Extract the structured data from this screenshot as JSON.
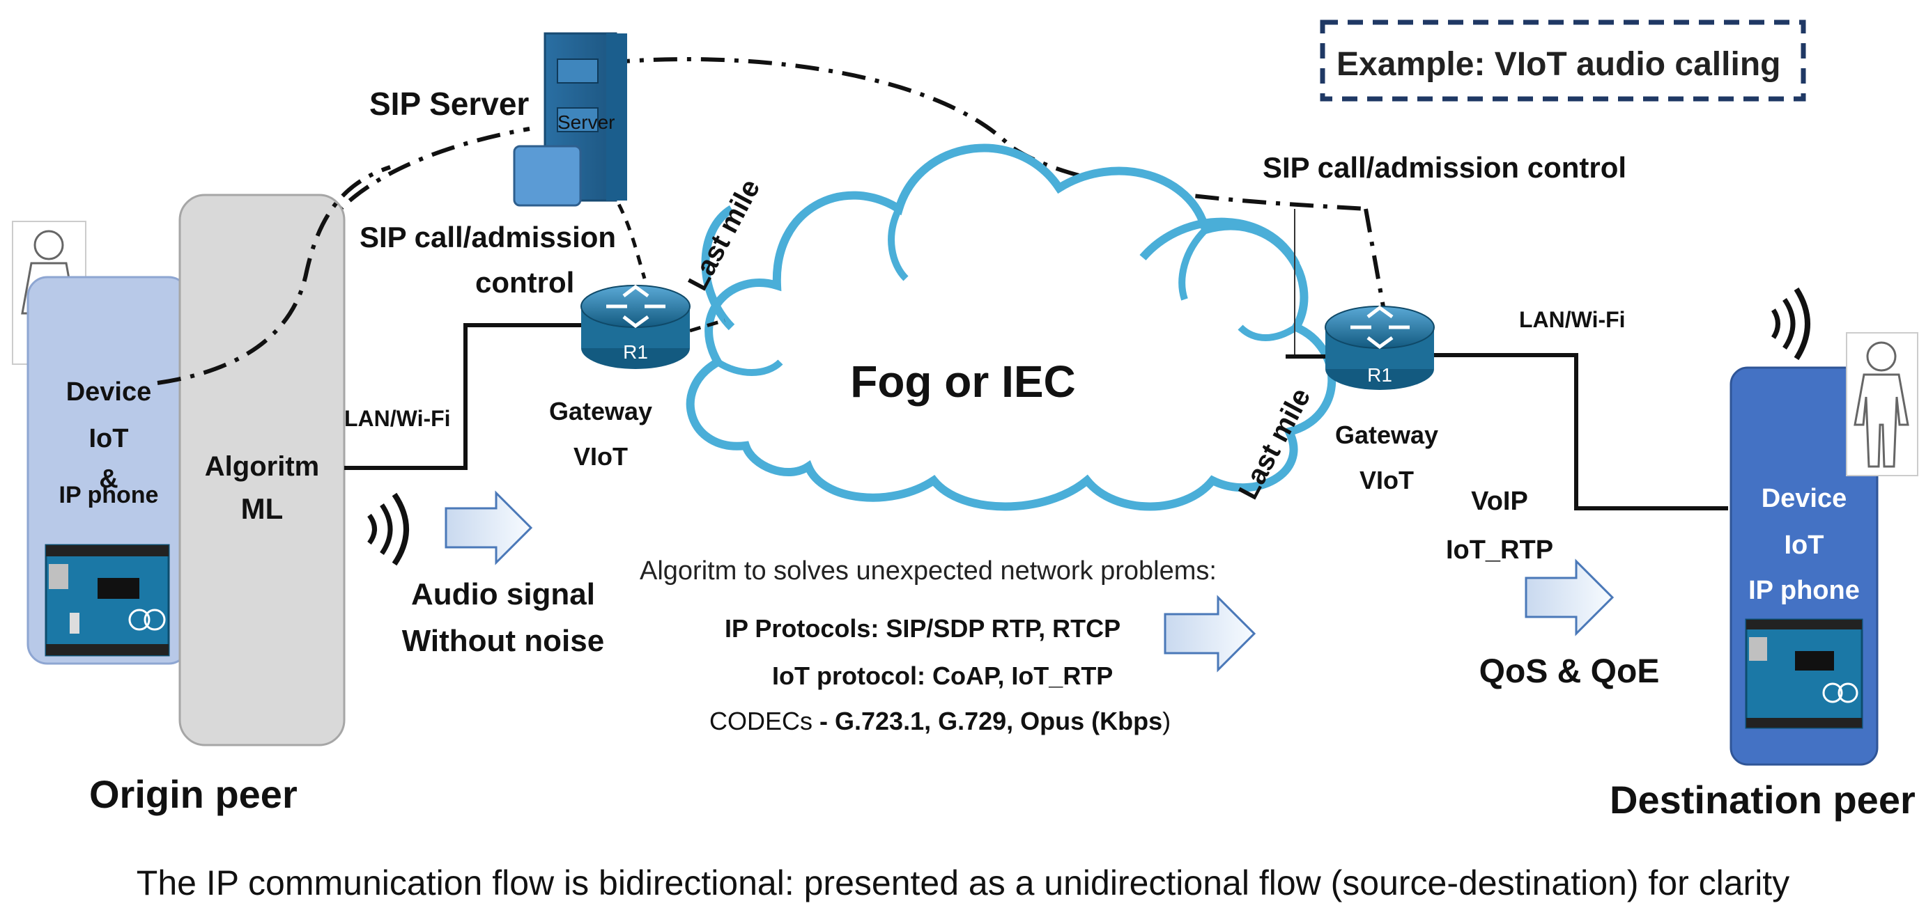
{
  "example_label": "Example:  VIoT audio calling",
  "sip_server": {
    "title": "SIP Server",
    "icon_text": "Server"
  },
  "left_sip_control": {
    "line1": "SIP call/admission",
    "line2": "control"
  },
  "right_sip_control": "SIP call/admission  control",
  "origin_device": {
    "line1": "Device",
    "line2": "IoT",
    "line3": "&",
    "line4": "IP phone"
  },
  "algorithm_block": {
    "line1": "Algoritm",
    "line2": "ML"
  },
  "lan_left": "LAN/Wi-Fi",
  "lan_right": "LAN/Wi-Fi",
  "router_label": "R1",
  "gateway_left": {
    "line1": "Gateway",
    "line2": "VIoT"
  },
  "gateway_right": {
    "line1": "Gateway",
    "line2": "VIoT"
  },
  "last_mile_left": "Last mile",
  "last_mile_right": "Last mile",
  "cloud_label": "Fog or IEC",
  "audio_signal": {
    "line1": "Audio signal",
    "line2": "Without noise"
  },
  "algorithm_note": "Algoritm to solves unexpected network problems:",
  "ip_protocols": "IP Protocols:  SIP/SDP RTP,  RTCP",
  "iot_protocol": "IoT protocol: CoAP, IoT_RTP",
  "codecs": {
    "prefix": "CODECs",
    "values": " -  G.723.1,  G.729,  Opus  (Kbps",
    "suffix": ")"
  },
  "voip": {
    "line1": "VoIP",
    "line2": "IoT_RTP"
  },
  "qos": "QoS & QoE",
  "dest_device": {
    "line1": "Device",
    "line2": "IoT",
    "line3": "IP phone"
  },
  "origin_peer": "Origin peer",
  "destination_peer": "Destination peer",
  "footer": "The IP communication flow is bidirectional: presented as a unidirectional flow (source-destination) for clarity",
  "colors": {
    "cloud_stroke": "#4aaed8",
    "router": "#1d6e98",
    "server": "#2f73a8",
    "device_light": "#b8c9e8",
    "device_dark": "#4472c4",
    "algo_gray": "#d9d9d9",
    "arrow_fill": "#dfe9f6",
    "arrow_stroke": "#4a78b8"
  }
}
